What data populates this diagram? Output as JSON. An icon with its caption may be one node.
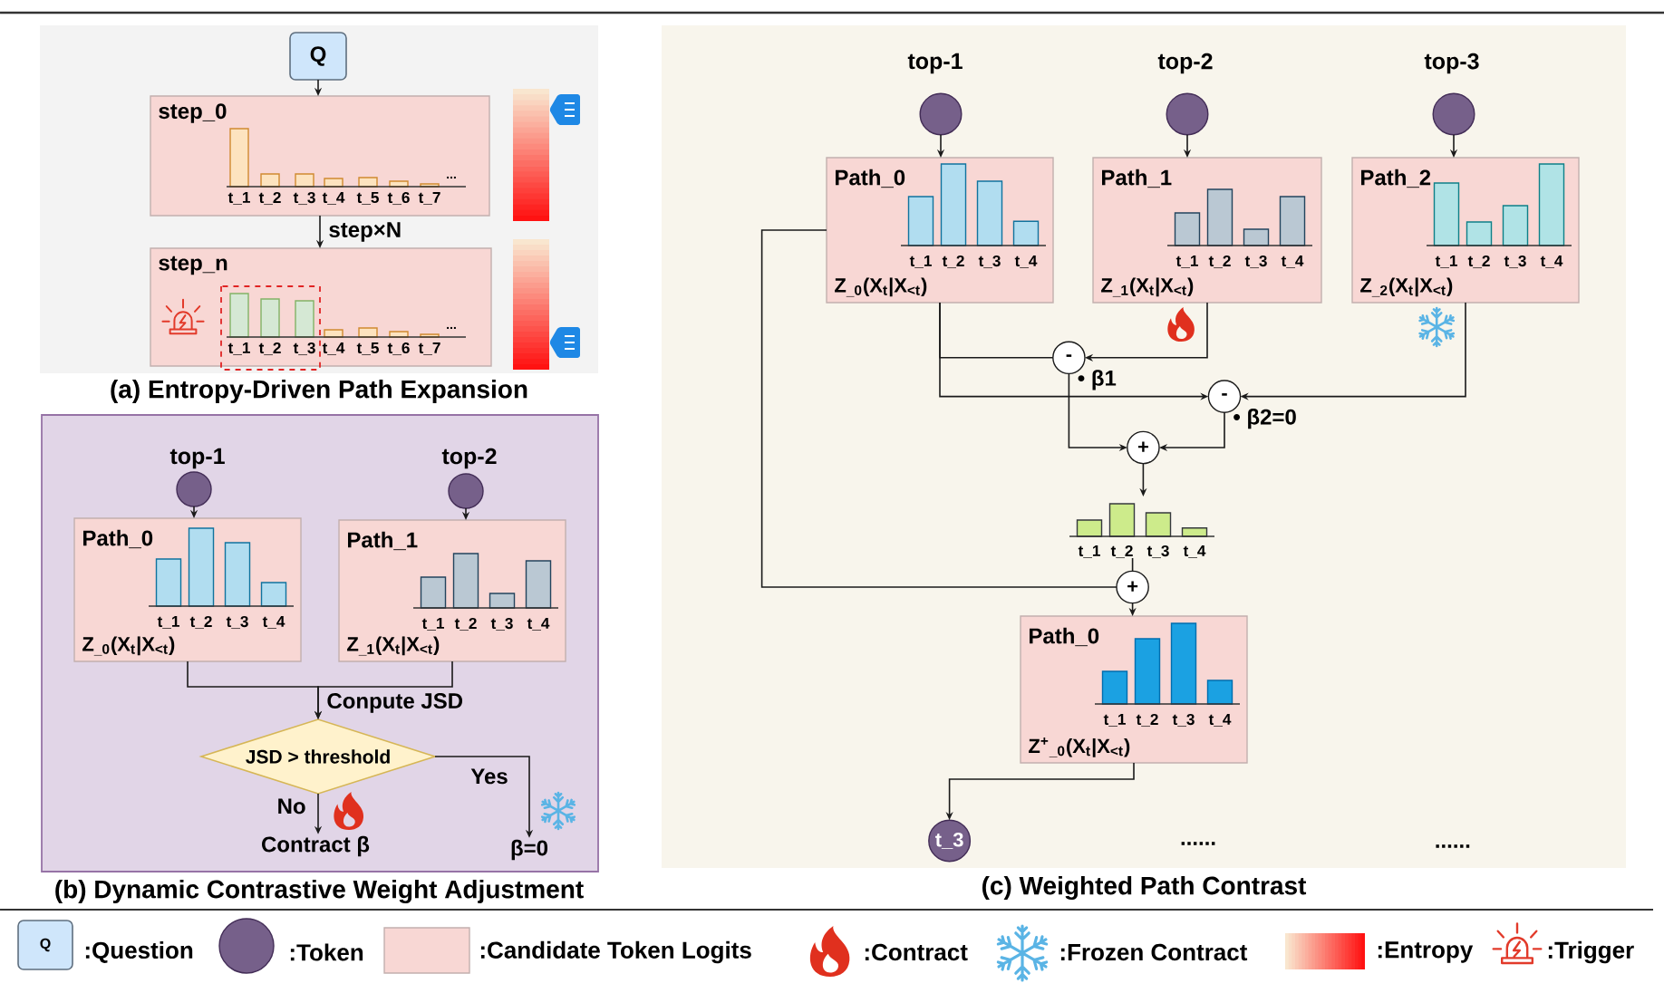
{
  "diagram": {
    "nodes": [
      {
        "text": [
          "(a) Entropy-Driven Path Expansion"
        ]
      },
      {
        "text": [
          "Q"
        ],
        "in": 0
      },
      {
        "text": [
          "step_0",
          "t_1",
          "t_2",
          "t_3",
          "t_4",
          "t_5",
          "t_6",
          "t_7",
          "..."
        ],
        "in": 0
      },
      {
        "text": [
          "step_n",
          "t_1",
          "t_2",
          "t_3",
          "t_4",
          "t_5",
          "t_6",
          "t_7",
          "..."
        ],
        "in": 0
      },
      {
        "text": [
          "(b) Dynamic Contrastive Weight Adjustment"
        ]
      },
      {
        "text": [],
        "shape": "circle",
        "beside": [
          "top-1"
        ],
        "in": 4
      },
      {
        "text": [],
        "shape": "circle",
        "beside": [
          "top-2"
        ],
        "in": 4
      },
      {
        "text": [
          "Path_0",
          "t_1",
          "t_2",
          "t_3",
          "t_4",
          "Z$_{_0}$(X$_{t}$|X$_{<t}$)"
        ],
        "in": 4
      },
      {
        "text": [
          "Path_1",
          "t_1",
          "t_2",
          "t_3",
          "t_4",
          "Z$_{_1}$(X$_{t}$|X$_{<t}$)"
        ],
        "in": 4
      },
      {
        "text": [
          "JSD > threshold"
        ],
        "in": 4
      },
      {
        "text": [
          "Contract β"
        ],
        "in": 4
      },
      {
        "text": [
          "β=0"
        ],
        "in": 4
      },
      {
        "text": [
          "(c) Weighted Path Contrast"
        ]
      },
      {
        "text": [],
        "shape": "circle",
        "beside": [
          "top-1"
        ],
        "in": 12
      },
      {
        "text": [],
        "shape": "circle",
        "beside": [
          "top-2"
        ],
        "in": 12
      },
      {
        "text": [],
        "shape": "circle",
        "beside": [
          "top-3"
        ],
        "in": 12
      },
      {
        "text": [
          "Path_0",
          "t_1",
          "t_2",
          "t_3",
          "t_4",
          "Z$_{_0}$(X$_{t}$|X$_{<t}$)"
        ],
        "in": 12
      },
      {
        "text": [
          "Path_1",
          "t_1",
          "t_2",
          "t_3",
          "t_4",
          "Z$_{_1}$(X$_{t}$|X$_{<t}$)"
        ],
        "in": 12
      },
      {
        "text": [
          "Path_2",
          "t_1",
          "t_2",
          "t_3",
          "t_4",
          "Z$_{_2}$(X$_{t}$|X$_{<t}$)"
        ],
        "in": 12
      },
      {
        "text": [
          "-"
        ],
        "in": 12
      },
      {
        "text": [
          "-"
        ],
        "in": 12
      },
      {
        "text": [
          "+"
        ],
        "in": 12
      },
      {
        "text": [
          "t_1",
          "t_2",
          "t_3",
          "t_4"
        ],
        "in": 12
      },
      {
        "text": [
          "+"
        ],
        "in": 12
      },
      {
        "text": [
          "Path_0",
          "t_1",
          "t_2",
          "t_3",
          "t_4",
          "Z$^{+}$$_{_0}$(X$_{t}$|X$_{<t}$)"
        ],
        "in": 12
      },
      {
        "text": [
          "t_3"
        ],
        "in": 12
      }
    ],
    "edges": [
      {
        "from": 1,
        "to": 2,
        "arrow": "to"
      },
      {
        "from": 2,
        "to": 3,
        "arrow": "to",
        "label": "step×N"
      },
      {
        "from": 5,
        "to": 7,
        "arrow": "to"
      },
      {
        "from": 6,
        "to": 8,
        "arrow": "to"
      },
      {
        "from": 7,
        "to": 9,
        "arrow": "to",
        "label": "Conpute JSD"
      },
      {
        "from": 8,
        "to": 9,
        "arrow": "to"
      },
      {
        "from": 9,
        "to": 10,
        "arrow": "to",
        "label": "No"
      },
      {
        "from": 9,
        "to": 11,
        "arrow": "to",
        "label": "Yes"
      },
      {
        "from": 13,
        "to": 16,
        "arrow": "to"
      },
      {
        "from": 14,
        "to": 17,
        "arrow": "to"
      },
      {
        "from": 15,
        "to": 18,
        "arrow": "to"
      },
      {
        "from": 16,
        "to": 19,
        "arrow": "none"
      },
      {
        "from": 17,
        "to": 19,
        "arrow": "to"
      },
      {
        "from": 16,
        "to": 20,
        "arrow": "to"
      },
      {
        "from": 18,
        "to": 20,
        "arrow": "to"
      },
      {
        "from": 19,
        "to": 21,
        "arrow": "to",
        "label": "• β1"
      },
      {
        "from": 20,
        "to": 21,
        "arrow": "to",
        "label": "• β2=0"
      },
      {
        "from": 21,
        "to": 22,
        "arrow": "to"
      },
      {
        "from": 22,
        "to": 23,
        "arrow": "none"
      },
      {
        "from": 16,
        "to": 23,
        "arrow": "none"
      },
      {
        "from": 23,
        "to": 24,
        "arrow": "to"
      },
      {
        "from": 24,
        "to": 25,
        "arrow": "to"
      }
    ],
    "labels": [
      "......",
      "......",
      "Q"
    ],
    "legend": [
      {
        "text": ":Question"
      },
      {
        "text": ":Token",
        "color": "#76608a"
      },
      {
        "text": ":Candidate Token Logits",
        "color": "#f8d7d4"
      },
      {
        "text": ":Contract"
      },
      {
        "text": ":Frozen Contract"
      },
      {
        "text": ":Entropy"
      },
      {
        "text": ":Trigger"
      }
    ]
  }
}
